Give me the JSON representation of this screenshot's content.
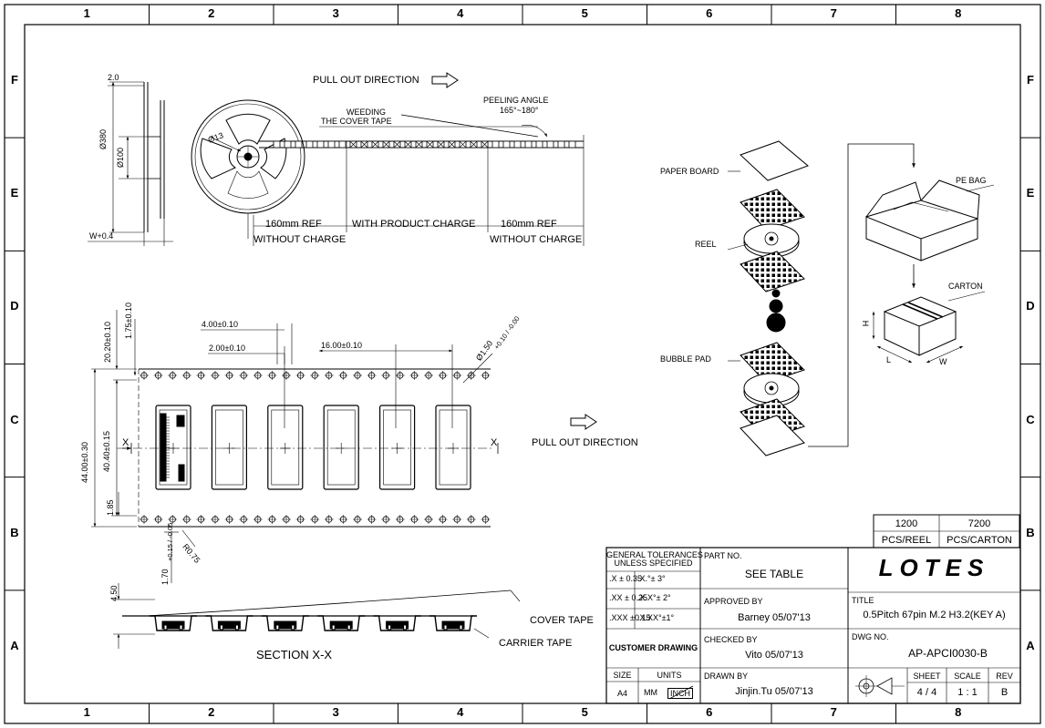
{
  "frame": {
    "columns": [
      "1",
      "2",
      "3",
      "4",
      "5",
      "6",
      "7",
      "8"
    ],
    "rows": [
      "F",
      "E",
      "D",
      "C",
      "B",
      "A"
    ]
  },
  "reel_view": {
    "dim_flange": "2.0",
    "dim_outer": "Ø380",
    "dim_hub": "Ø100",
    "dim_width": "W+0.4",
    "dim_bore": "Ø13"
  },
  "tape_view": {
    "pull_out_top": "PULL OUT DIRECTION",
    "weeding_1": "WEEDING",
    "weeding_2": "THE COVER TAPE",
    "peeling_1": "PEELING ANGLE",
    "peeling_2": "165°~180°",
    "sections": [
      {
        "top": "160mm REF",
        "bottom": "WITHOUT CHARGE"
      },
      {
        "top": "WITH PRODUCT CHARGE",
        "bottom": ""
      },
      {
        "top": "160mm REF",
        "bottom": "WITHOUT CHARGE"
      }
    ]
  },
  "packing": {
    "paper_board": "PAPER BOARD",
    "reel": "REEL",
    "bubble_pad": "BUBBLE PAD",
    "pe_bag": "PE BAG",
    "carton": "CARTON",
    "dim_h": "H",
    "dim_l": "L",
    "dim_w": "W"
  },
  "carrier_tape": {
    "dim_pitch": "4.00±0.10",
    "dim_half": "2.00±0.10",
    "dim_pocket_pitch": "16.00±0.10",
    "dim_hole": "Ø1.50",
    "dim_hole_tol": "+0.10 / -0.00",
    "dim_top1": "20.20±0.10",
    "dim_top2": "1.75±0.10",
    "dim_width": "44.00±0.30",
    "dim_inner": "40.40±0.15",
    "dim_edge": "1.85",
    "dim_radius": "R0.75",
    "dim_thk": "1.70",
    "dim_thk_tol": "+0.15 / -0.05",
    "section_mark": "X",
    "pull_out": "PULL OUT DIRECTION",
    "pockets": 6
  },
  "section": {
    "title": "SECTION X-X",
    "height": "4.50",
    "cover_tape": "COVER TAPE",
    "carrier_tape": "CARRIER TAPE"
  },
  "qty_table": {
    "reel_qty": "1200",
    "reel_unit": "PCS/REEL",
    "carton_qty": "7200",
    "carton_unit": "PCS/CARTON"
  },
  "title_block": {
    "tol_head_1": "GENERAL TOLERANCES",
    "tol_head_2": "UNLESS SPECIFIED",
    "tol_rows": [
      [
        "X",
        "± 0.35",
        "X.°± 3°"
      ],
      [
        "XX",
        "± 0.25",
        "X.X°± 2°"
      ],
      [
        "XXX",
        "±0.15",
        "X.XX°±1°"
      ]
    ],
    "customer_drawing": "CUSTOMER DRAWING",
    "size_label": "SIZE",
    "size_value": "A4",
    "units_label": "UNITS",
    "units_mm": "MM",
    "units_inch": "INCH",
    "part_no_label": "PART NO.",
    "part_no_value": "SEE TABLE",
    "approved_label": "APPROVED BY",
    "approved_value": "Barney  05/07'13",
    "checked_label": "CHECKED BY",
    "checked_value": "Vito  05/07'13",
    "drawn_label": "DRAWN BY",
    "drawn_value": "Jinjin.Tu  05/07'13",
    "company": "LOTES",
    "title_label": "TITLE",
    "title_value": "0.5Pitch 67pin M.2 H3.2(KEY A)",
    "dwg_label": "DWG NO.",
    "dwg_value": "AP-APCI0030-B",
    "sheet_label": "SHEET",
    "sheet_value": "4  /  4",
    "scale_label": "SCALE",
    "scale_value": "1  :  1",
    "rev_label": "REV",
    "rev_value": "B"
  }
}
